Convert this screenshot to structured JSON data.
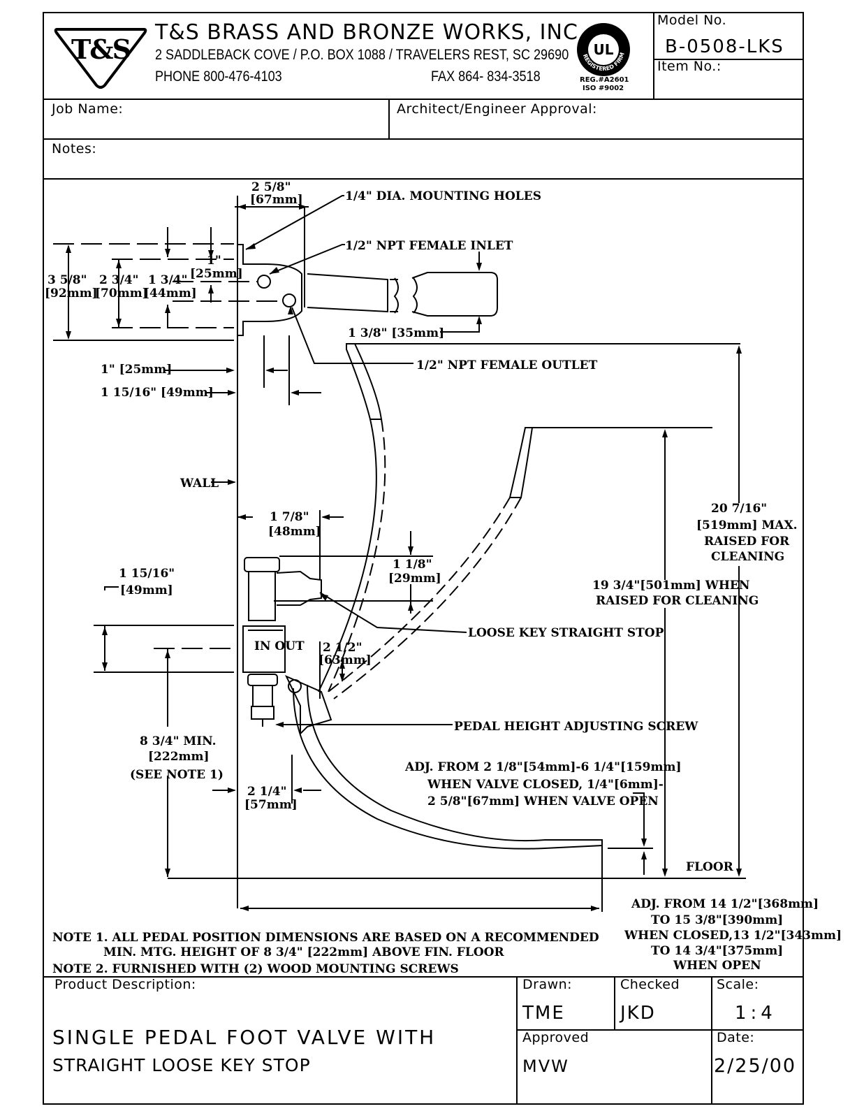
{
  "header": {
    "company": "T&S BRASS AND BRONZE WORKS, INC.",
    "address": "2 SADDLEBACK COVE / P.O. BOX 1088 / TRAVELERS REST, SC 29690",
    "phone": "PHONE 800-476-4103",
    "fax": "FAX  864- 834-3518",
    "logo_text": "T&S",
    "ul_reg": "REG.#A2601",
    "ul_iso": "ISO #9002",
    "ul_text": "UL",
    "ul_ring": "REGISTERED FIRM",
    "model_no_label": "Model No.",
    "model_no": "B-0508-LKS",
    "item_no_label": "Item No.:"
  },
  "job": {
    "job_name_label": "Job Name:",
    "approval_label": "Architect/Engineer Approval:",
    "notes_label": "Notes:"
  },
  "diagram": {
    "labels": {
      "dim_2_5_8": "2 5/8\"",
      "dim_67mm": "[67mm]",
      "mounting_holes": "1/4\" DIA. MOUNTING HOLES",
      "inlet": "1/2\" NPT FEMALE INLET",
      "dim_1in": "1\"",
      "dim_25mm_a": "[25mm]",
      "dim_3_5_8": "3 5/8\"",
      "dim_92mm": "[92mm]",
      "dim_2_3_4": "2 3/4\"",
      "dim_70mm": "[70mm]",
      "dim_1_3_4": "1 3/4\"",
      "dim_44mm": "[44mm]",
      "dim_1_3_8": "1 3/8\" [35mm]",
      "dim_1_25": "1\" [25mm]",
      "outlet": "1/2\" NPT FEMALE OUTLET",
      "dim_1_15_16_b": "1 15/16\" [49mm]",
      "wall": "WALL",
      "dim_20_7_16": "20 7/16\"",
      "dim_519": "[519mm] MAX.",
      "raised_for": "RAISED FOR",
      "cleaning": "CLEANING",
      "dim_1_7_8": "1 7/8\"",
      "dim_48mm": "[48mm]",
      "dim_1_1_8": "1 1/8\"",
      "dim_29mm": "[29mm]",
      "dim_1_15_16": "1 15/16\"",
      "dim_49mm": "[49mm]",
      "dim_19_3_4": "19 3/4\"[501mm] WHEN",
      "raised_cleaning": "RAISED FOR CLEANING",
      "loose_key": "LOOSE KEY STRAIGHT STOP",
      "in_out": "IN  OUT",
      "dim_2_1_2": "2 1/2\"",
      "dim_63mm": "[63mm]",
      "pedal_screw": "PEDAL HEIGHT ADJUSTING SCREW",
      "dim_8_3_4": "8 3/4\" MIN.",
      "dim_222mm": "[222mm]",
      "see_note": "(SEE NOTE 1)",
      "adj_1": "ADJ. FROM 2 1/8\"[54mm]-6 1/4\"[159mm]",
      "adj_2": "WHEN VALVE CLOSED, 1/4\"[6mm]-",
      "adj_3": "2 5/8\"[67mm] WHEN VALVE OPEN",
      "dim_2_1_4": "2 1/4\"",
      "dim_57mm": "[57mm]",
      "floor": "FLOOR",
      "adj_b1": "ADJ. FROM 14 1/2\"[368mm]",
      "adj_b2": "TO 15 3/8\"[390mm]",
      "adj_b3": "WHEN CLOSED,13 1/2\"[343mm]",
      "adj_b4": "TO 14 3/4\"[375mm]",
      "adj_b5": "WHEN OPEN"
    },
    "notes": {
      "note1a": "NOTE 1. ALL PEDAL POSITION DIMENSIONS ARE BASED ON A RECOMMENDED",
      "note1b": "MIN. MTG. HEIGHT OF 8 3/4\" [222mm] ABOVE FIN. FLOOR",
      "note2": "NOTE 2. FURNISHED WITH (2) WOOD MOUNTING SCREWS"
    }
  },
  "footer": {
    "product_desc_label": "Product Description:",
    "product_line1": "SINGLE PEDAL FOOT VALVE WITH",
    "product_line2": "STRAIGHT LOOSE KEY STOP",
    "drawn_label": "Drawn:",
    "drawn": "TME",
    "checked_label": "Checked",
    "checked": "JKD",
    "scale_label": "Scale:",
    "scale": "1:4",
    "approved_label": "Approved",
    "approved": "MVW",
    "date_label": "Date:",
    "date": "2/25/00"
  }
}
